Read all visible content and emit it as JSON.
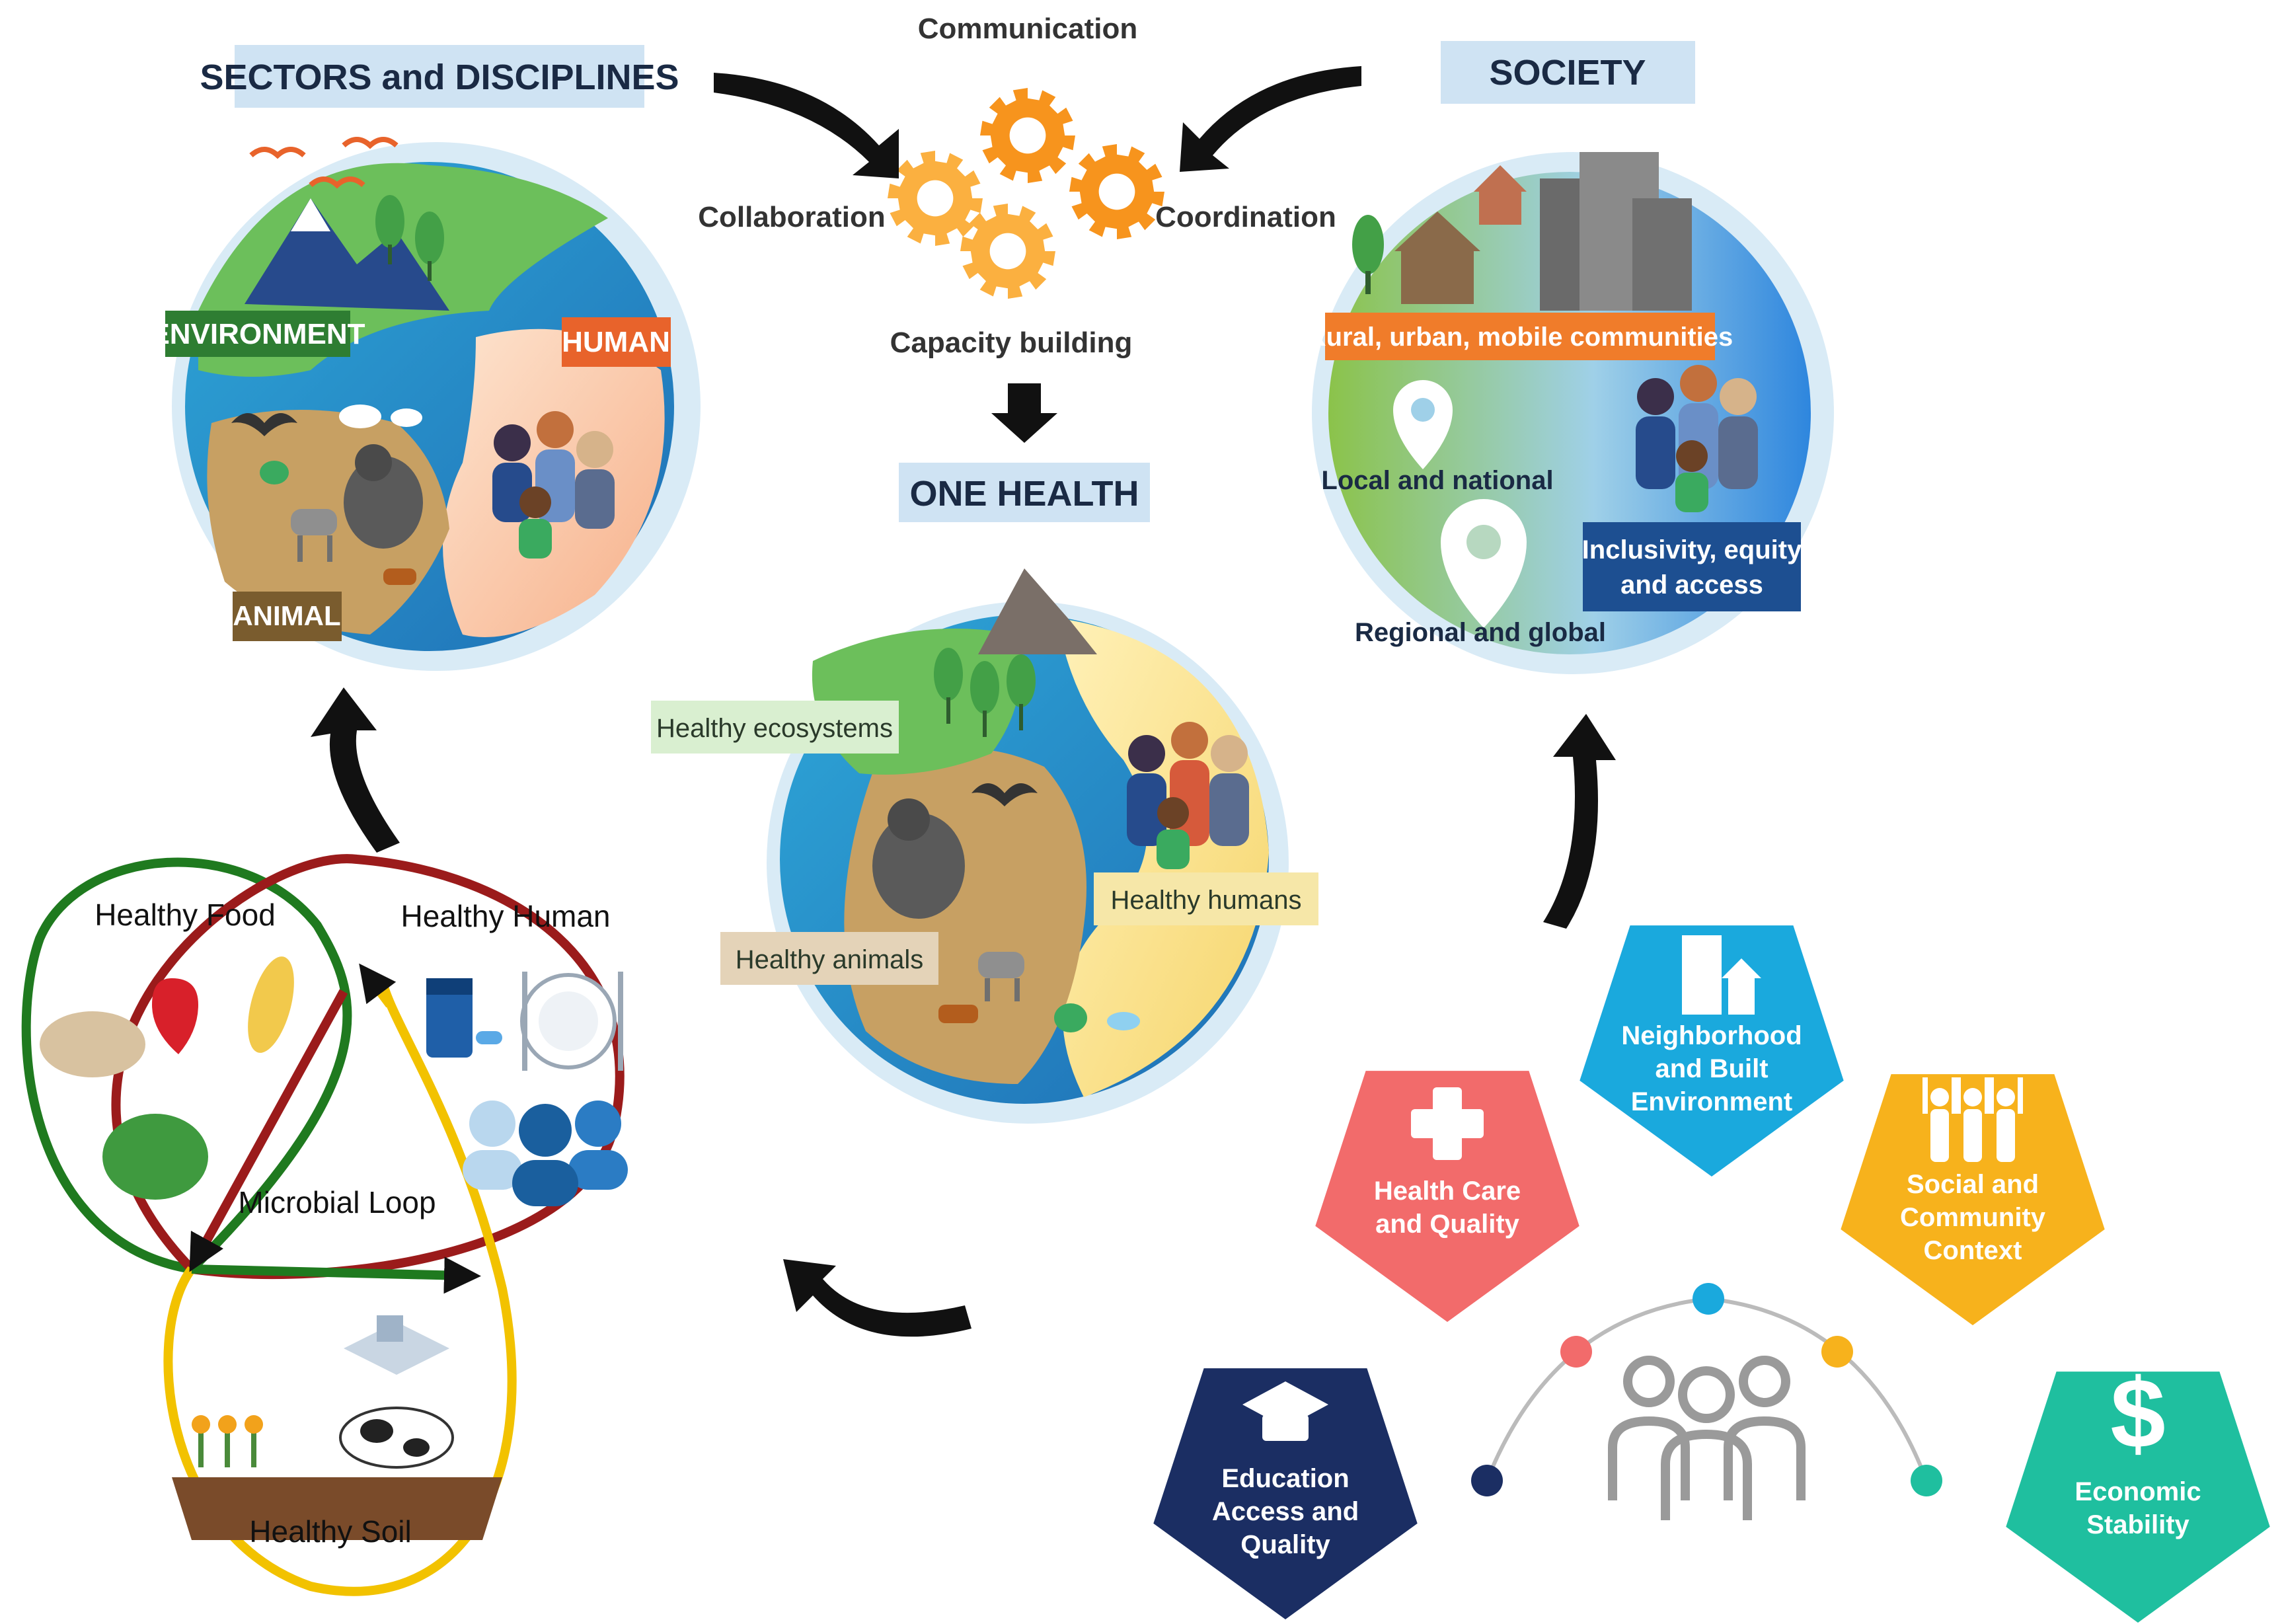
{
  "gear_cluster": {
    "labels": {
      "top": "Communication",
      "left": "Collaboration",
      "right": "Coordination",
      "bottom": "Capacity building"
    },
    "colors": {
      "gear": "#f7941d",
      "gear_light": "#fbb040"
    }
  },
  "sectors": {
    "title": "SECTORS and DISCIPLINES",
    "environment": "ENVIRONMENT",
    "human": "HUMAN",
    "animal": "ANIMAL",
    "colors": {
      "environment": "#2e7d32",
      "human": "#e8632b",
      "animal": "#7a5c2e",
      "title_bg": "#cfe3f3"
    }
  },
  "society": {
    "title": "SOCIETY",
    "rural": "Rural, urban, mobile communities",
    "local": "Local and national",
    "regional": "Regional and global",
    "inclusivity": "Inclusivity, equity and access",
    "colors": {
      "rural_bg": "#f07c2a",
      "inclusivity_bg": "#1d4f91"
    }
  },
  "one_health": {
    "title": "ONE HEALTH",
    "ecosystems": "Healthy ecosystems",
    "humans": "Healthy humans",
    "animals": "Healthy animals"
  },
  "loop": {
    "food": "Healthy Food",
    "human": "Healthy Human",
    "microbial": "Microbial Loop",
    "soil": "Healthy Soil",
    "colors": {
      "food": "#1f7a1f",
      "human": "#9b1b1b",
      "soil": "#f2c200"
    }
  },
  "determinants": {
    "items": [
      {
        "label_lines": [
          "Health Care",
          "and Quality"
        ],
        "color": "#f26b6b",
        "icon": "medical-cross-icon"
      },
      {
        "label_lines": [
          "Neighborhood",
          "and Built",
          "Environment"
        ],
        "color": "#1aa9dd",
        "icon": "buildings-icon"
      },
      {
        "label_lines": [
          "Social and",
          "Community",
          "Context"
        ],
        "color": "#f7b21c",
        "icon": "people-raising-hands-icon"
      },
      {
        "label_lines": [
          "Education",
          "Access and",
          "Quality"
        ],
        "color": "#1b2e63",
        "icon": "graduation-cap-icon"
      },
      {
        "label_lines": [
          "Economic",
          "Stability"
        ],
        "color": "#1fbf9f",
        "icon": "dollar-sign-icon"
      }
    ],
    "arc_dots": [
      "#1b2e63",
      "#f26b6b",
      "#1aa9dd",
      "#f7b21c",
      "#1fbf9f"
    ]
  }
}
